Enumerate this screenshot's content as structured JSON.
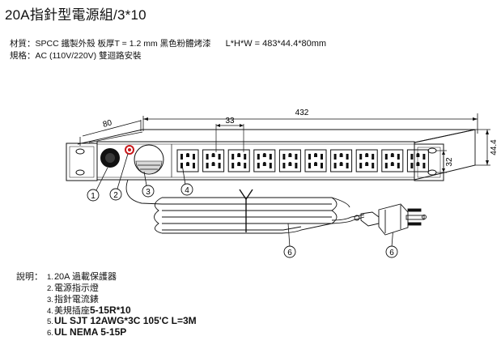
{
  "title": "20A指針型電源組/3*10",
  "specs": {
    "material": "材質：SPCC 鐵製外殼 板厚T = 1.2 mm 黑色粉體烤漆",
    "dimensions": "L*H*W = 483*44.4*80mm",
    "spec_line": "規格：AC (110V/220V) 雙迴路安裝"
  },
  "dimensions": {
    "depth": "80",
    "length": "432",
    "pitch": "33",
    "height": "44.4",
    "mount": "32"
  },
  "callouts": [
    "1",
    "2",
    "3",
    "4",
    "6",
    "6"
  ],
  "notes": {
    "heading": "說明：",
    "items": [
      {
        "num": "1.",
        "text": "20A 過載保護器",
        "bold_part": ""
      },
      {
        "num": "2.",
        "text": "電源指示燈",
        "bold_part": ""
      },
      {
        "num": "3.",
        "text": "指針電流錶",
        "bold_part": ""
      },
      {
        "num": "4.",
        "text": "美規插座",
        "bold_part": "5-15R*10"
      },
      {
        "num": "5.",
        "text": "",
        "bold_part": "UL SJT 12AWG*3C 105'C  L=3M"
      },
      {
        "num": "6.",
        "text": "",
        "bold_part": "UL NEMA 5-15P"
      }
    ]
  },
  "colors": {
    "accent_red": "#c8181b",
    "line": "#111111"
  },
  "outlet_count": 10
}
